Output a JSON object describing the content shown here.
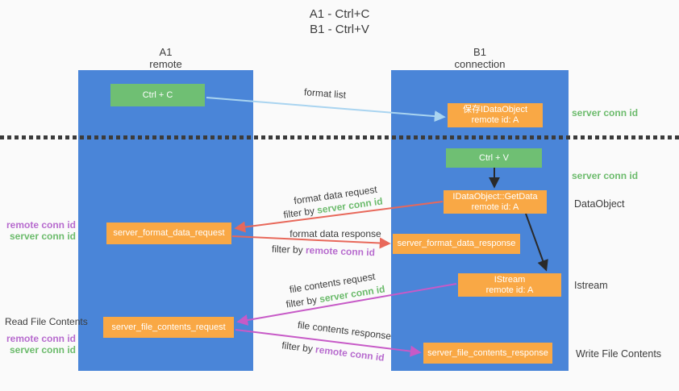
{
  "title": {
    "line1": "A1 - Ctrl+C",
    "line2": "B1 - Ctrl+V"
  },
  "columns": {
    "a1": {
      "name": "A1",
      "subtitle": "remote"
    },
    "b1": {
      "name": "B1",
      "subtitle": "connection"
    }
  },
  "nodes": {
    "ctrl_c": {
      "label": "Ctrl + C"
    },
    "save_idataobject": {
      "line1": "保存IDataObject",
      "line2": "remote id: A"
    },
    "ctrl_v": {
      "label": "Ctrl + V"
    },
    "idataobject_getdata": {
      "line1": "IDataObject::GetData",
      "line2": "remote id: A"
    },
    "server_format_data_request": {
      "label": "server_format_data_request"
    },
    "server_format_data_response": {
      "label": "server_format_data_response"
    },
    "istream": {
      "line1": "IStream",
      "line2": "remote id: A"
    },
    "server_file_contents_request": {
      "label": "server_file_contents_request"
    },
    "server_file_contents_response": {
      "label": "server_file_contents_response"
    }
  },
  "flow_labels": {
    "format_list": "format list",
    "format_data_request": "format data request",
    "format_data_response": "format data response",
    "file_contents_request": "file contents request",
    "file_contents_response": "file contents response",
    "filter_by": "filter by",
    "server_conn_id": "server conn id",
    "remote_conn_id": "remote conn id"
  },
  "side_labels": {
    "left_mid": {
      "remote_conn_id": "remote conn id",
      "server_conn_id": "server conn id"
    },
    "left_bottom": {
      "title": "Read File Contents",
      "remote_conn_id": "remote conn id",
      "server_conn_id": "server conn id"
    },
    "right": {
      "server_conn_id_top": "server conn id",
      "server_conn_id_mid": "server conn id",
      "dataobject": "DataObject",
      "istream": "Istream",
      "write_file_contents": "Write File Contents"
    }
  },
  "colors": {
    "column_blue": "#4a85d8",
    "box_green": "#6fbf73",
    "box_orange": "#f9a845",
    "arrow_light_blue": "#a9d4f0",
    "arrow_red": "#e8685a",
    "arrow_magenta": "#c75ac7",
    "arrow_black": "#2a2a2a",
    "text_green": "#6cbb6c",
    "text_purple": "#b76bce"
  }
}
